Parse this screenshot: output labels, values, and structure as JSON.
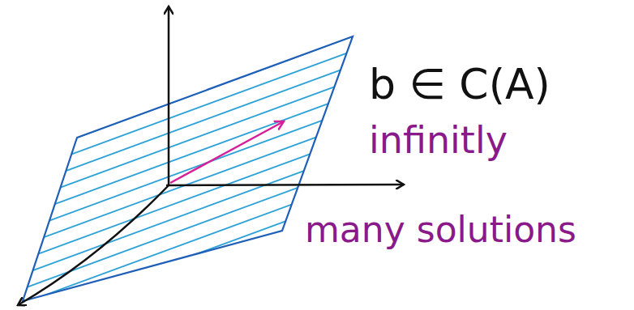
{
  "diagram": {
    "labels": [
      "b ∈ C(A)",
      "infinitly",
      "many solutions"
    ]
  }
}
